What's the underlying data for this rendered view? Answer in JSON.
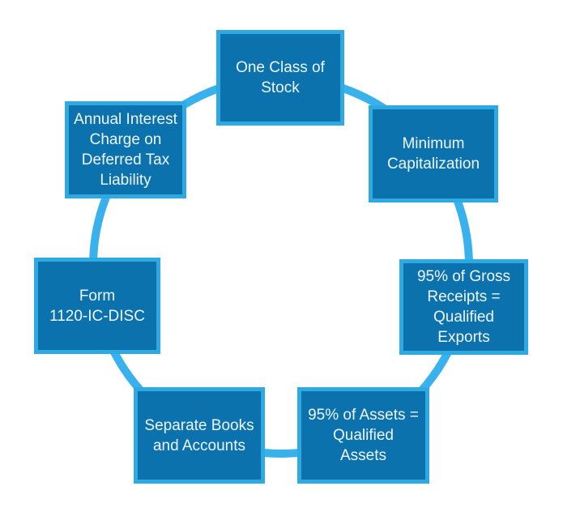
{
  "diagram": {
    "type": "circular-cycle",
    "node_count": 7,
    "nodes": [
      {
        "id": "one-class-of-stock",
        "label": "One Class of\nStock"
      },
      {
        "id": "minimum-capitalization",
        "label": "Minimum\nCapitalization"
      },
      {
        "id": "gross-receipts-qualified-exports",
        "label": "95% of Gross\nReceipts =\nQualified\nExports"
      },
      {
        "id": "assets-qualified-assets",
        "label": "95% of Assets =\nQualified\nAssets"
      },
      {
        "id": "separate-books-and-accounts",
        "label": "Separate Books\nand Accounts"
      },
      {
        "id": "form-1120-ic-disc",
        "label": "Form\n1120-IC-DISC"
      },
      {
        "id": "annual-interest-charge",
        "label": "Annual Interest\nCharge on\nDeferred Tax\nLiability"
      }
    ],
    "colors": {
      "background": "#ffffff",
      "box_fill": "#0b72ad",
      "box_border": "#2fa9e2",
      "ring": "#39b1ec",
      "text": "#eff6fa"
    }
  }
}
